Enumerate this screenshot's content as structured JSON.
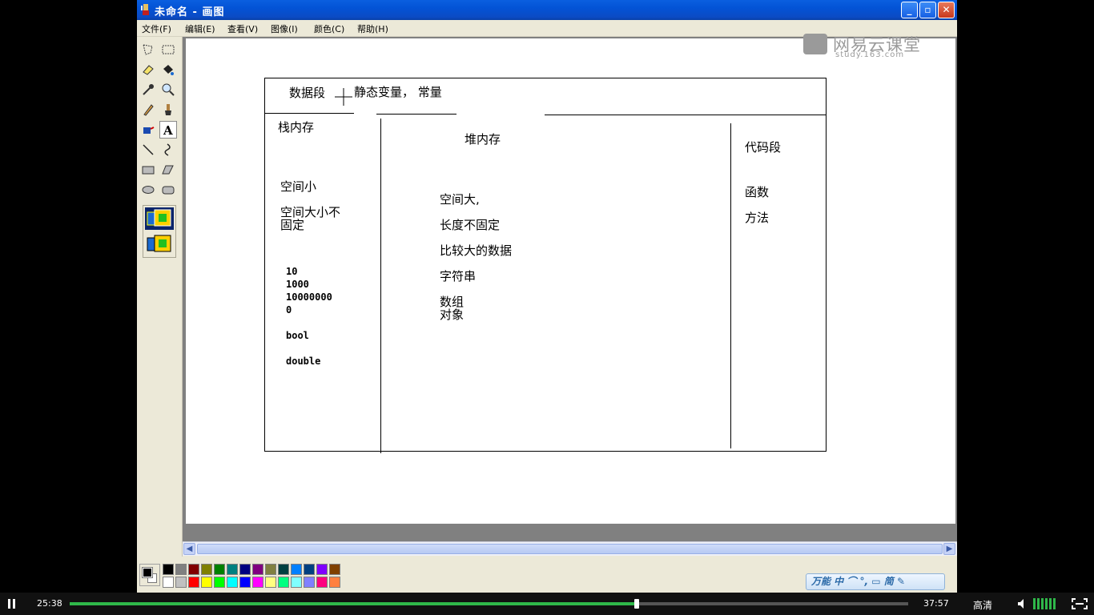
{
  "window": {
    "title": "未命名 - 画图",
    "controls": {
      "minimize": "_",
      "restore": "▫",
      "close": "✕"
    }
  },
  "menu": [
    {
      "label": "文件(F)"
    },
    {
      "label": "编辑(E)"
    },
    {
      "label": "查看(V)"
    },
    {
      "label": "图像(I)"
    },
    {
      "label": "颜色(C)"
    },
    {
      "label": "帮助(H)"
    }
  ],
  "tools": [
    "free-form-select-icon",
    "select-icon",
    "eraser-icon",
    "fill-bucket-icon",
    "color-picker-icon",
    "magnifier-icon",
    "pencil-icon",
    "brush-icon",
    "airbrush-icon",
    "text-icon",
    "line-icon",
    "curve-icon",
    "rectangle-icon",
    "polygon-icon",
    "ellipse-icon",
    "rounded-rectangle-icon"
  ],
  "selected_tool": "text-icon",
  "watermark": {
    "title": "网易云课堂",
    "subtitle": "study.163.com"
  },
  "diagram": {
    "data_segment": "数据段",
    "data_segment_content": "静态变量，  常量",
    "stack": {
      "title": "栈内存",
      "line1": "空间小",
      "line2": "空间大小不",
      "line3": "固定",
      "values": [
        "10",
        "1000",
        "10000000",
        "0"
      ],
      "type1": "bool",
      "type2": "double"
    },
    "heap": {
      "title": "堆内存",
      "line1": "空间大,",
      "line2": "长度不固定",
      "line3": "比较大的数据",
      "line4": "字符串",
      "line5": "数组",
      "line6": "对象"
    },
    "code": {
      "title": "代码段",
      "line1": "函数",
      "line2": "方法"
    }
  },
  "palette": {
    "top_row": [
      "#000000",
      "#808080",
      "#800000",
      "#808000",
      "#008000",
      "#008080",
      "#000080",
      "#800080",
      "#808040",
      "#004040",
      "#0080ff",
      "#004080",
      "#8000ff",
      "#804000"
    ],
    "bottom_row": [
      "#ffffff",
      "#c0c0c0",
      "#ff0000",
      "#ffff00",
      "#00ff00",
      "#00ffff",
      "#0000ff",
      "#ff00ff",
      "#ffff80",
      "#00ff80",
      "#80ffff",
      "#8080ff",
      "#ff0080",
      "#ff8040"
    ],
    "foreground": "#000000",
    "background": "#ffffff"
  },
  "ime_bar": "万能 中 ⌒ °, ▭ 简 ✎",
  "player": {
    "current_time": "25:38",
    "total_time": "37:57",
    "progress_fraction": 0.676,
    "quality": "高清",
    "accent": "#2fb84a"
  }
}
